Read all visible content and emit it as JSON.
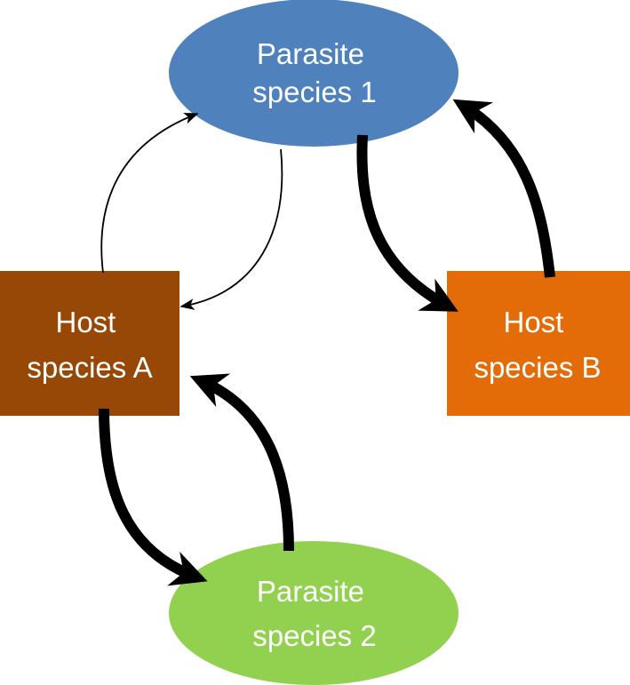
{
  "nodes": {
    "parasite1": {
      "line1": "Parasite",
      "line2": "species 1",
      "color": "#4F81BD"
    },
    "hostA": {
      "line1": "Host",
      "line2": "species A",
      "color": "#974806"
    },
    "hostB": {
      "line1": "Host",
      "line2": "species B",
      "color": "#E36C09"
    },
    "parasite2": {
      "line1": "Parasite",
      "line2": "species 2",
      "color": "#92D050"
    }
  },
  "edges": [
    {
      "from": "hostA",
      "to": "parasite1",
      "strength": "weak"
    },
    {
      "from": "parasite1",
      "to": "hostA",
      "strength": "weak"
    },
    {
      "from": "parasite1",
      "to": "hostB",
      "strength": "strong"
    },
    {
      "from": "hostB",
      "to": "parasite1",
      "strength": "strong"
    },
    {
      "from": "hostA",
      "to": "parasite2",
      "strength": "strong"
    },
    {
      "from": "parasite2",
      "to": "hostA",
      "strength": "strong"
    }
  ],
  "colors": {
    "arrow": "#000000",
    "label": "#ffffff"
  }
}
